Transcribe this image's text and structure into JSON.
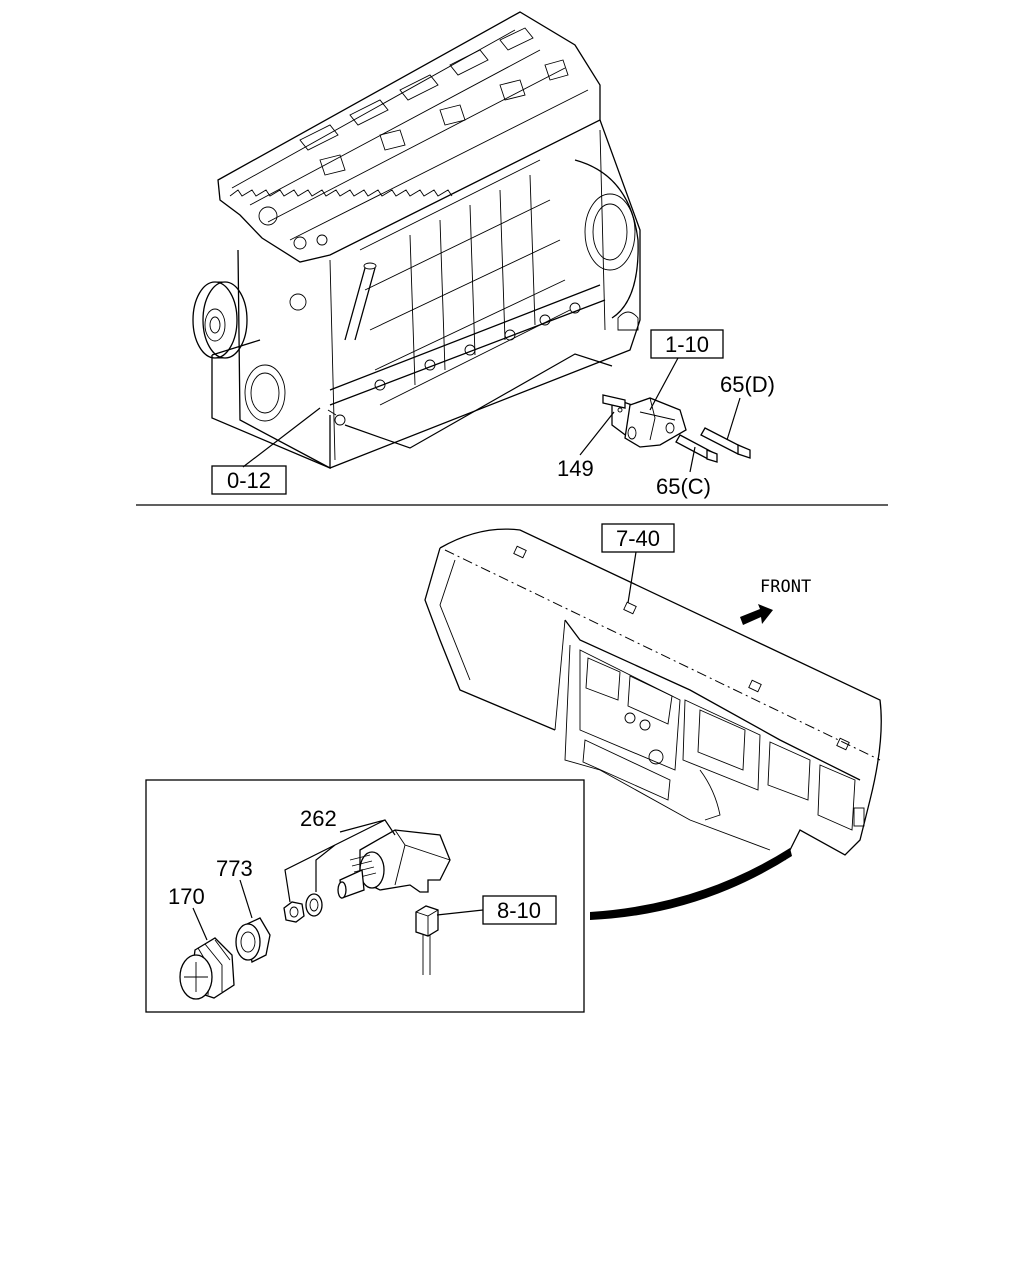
{
  "labels": {
    "ref_engine": "0-12",
    "ref_bracket": "1-10",
    "part_149": "149",
    "part_65c": "65(C)",
    "part_65d": "65(D)",
    "ref_dashboard": "7-40",
    "front": "FRONT",
    "part_262": "262",
    "part_773": "773",
    "part_170": "170",
    "ref_harness": "8-10"
  }
}
